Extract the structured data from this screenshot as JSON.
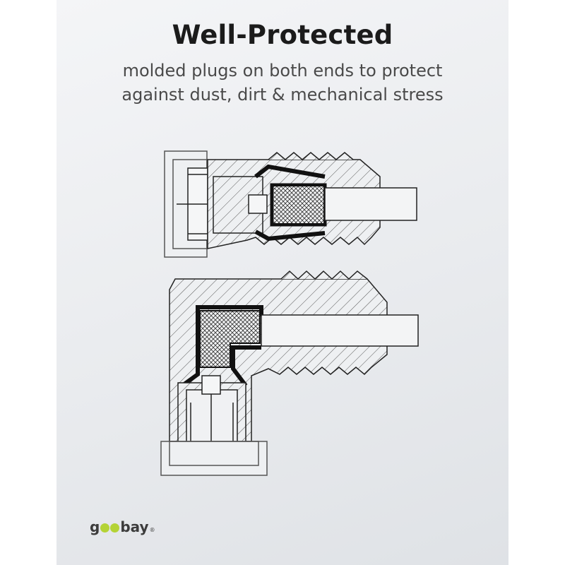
{
  "headline": "Well-Protected",
  "subtitle": {
    "line1": "molded plugs on both ends to protect",
    "line2": "against dust, dirt & mechanical stress"
  },
  "logo": {
    "prefix": "g",
    "suffix": "bay",
    "mark": "®",
    "accent_color": "#b4d335"
  },
  "colors": {
    "background": "#e9ebee",
    "ink": "#1b1b1b"
  }
}
